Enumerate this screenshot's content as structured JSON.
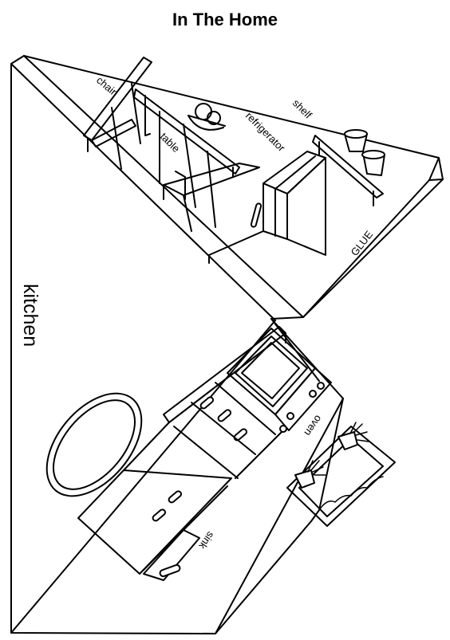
{
  "page": {
    "title": "In The Home",
    "room_label": "kitchen",
    "glue_label": "GLUE"
  },
  "labels": {
    "chair": "chair",
    "table": "table",
    "refrigerator": "refrigerator",
    "shelf": "shelf",
    "oven": "oven",
    "sink": "sink"
  }
}
